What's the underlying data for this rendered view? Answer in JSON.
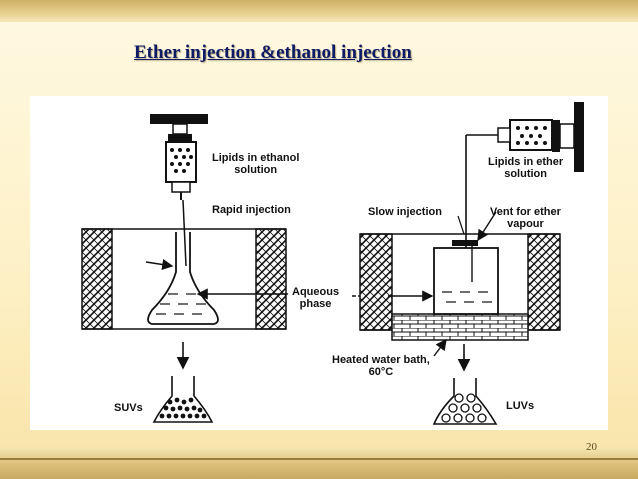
{
  "slide": {
    "title": "Ether injection &ethanol injection",
    "page_number": "20"
  },
  "figure": {
    "left": {
      "syringe_label_line1": "Lipids in ethanol",
      "syringe_label_line2": "solution",
      "injection_label": "Rapid injection",
      "phase_label_line1": "Aqueous",
      "phase_label_line2": "phase",
      "product_label": "SUVs"
    },
    "right": {
      "syringe_label_line1": "Lipids in ether",
      "syringe_label_line2": "solution",
      "injection_label": "Slow injection",
      "vent_label_line1": "Vent for ether",
      "vent_label_line2": "vapour",
      "bath_label_line1": "Heated water bath,",
      "bath_label_line2": "60°C",
      "product_label": "LUVs"
    }
  }
}
